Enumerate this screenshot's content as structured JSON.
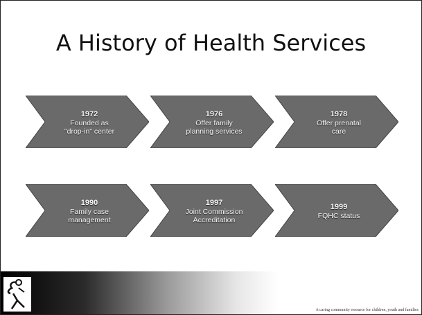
{
  "slide": {
    "title": "A History of Health Services",
    "milestones": [
      {
        "year": "1972",
        "line1": "Founded as",
        "line2": "\"drop-in\" center"
      },
      {
        "year": "1976",
        "line1": "Offer family",
        "line2": "planning services"
      },
      {
        "year": "1978",
        "line1": "Offer prenatal",
        "line2": "care"
      },
      {
        "year": "1990",
        "line1": "Family case",
        "line2": "management"
      },
      {
        "year": "1997",
        "line1": "Joint Commission",
        "line2": "Accreditation"
      },
      {
        "year": "1999",
        "line1": "FQHC status",
        "line2": ""
      }
    ],
    "footer_tagline": "A caring community resource for children, youth and families"
  },
  "colors": {
    "chevron_fill": "#6a6a6a",
    "chevron_text": "#f2f2f2"
  }
}
